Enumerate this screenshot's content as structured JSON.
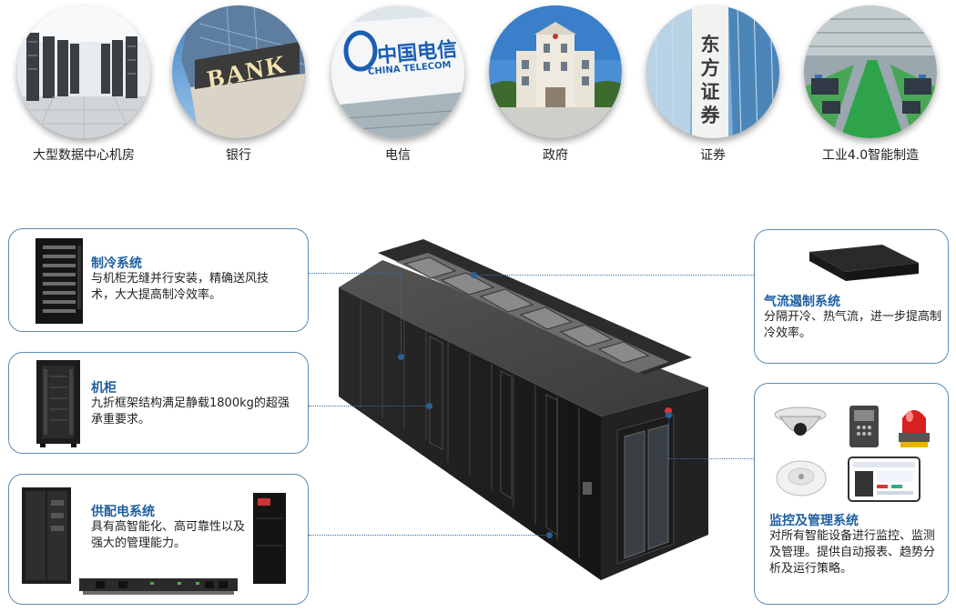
{
  "industries": [
    {
      "label": "大型数据中心机房",
      "icon": "datacenter-image"
    },
    {
      "label": "银行",
      "icon": "bank-image",
      "sign": "BANK"
    },
    {
      "label": "电信",
      "icon": "telecom-image",
      "logo_cn": "中国电信",
      "logo_en": "CHINA TELECOM"
    },
    {
      "label": "政府",
      "icon": "government-image"
    },
    {
      "label": "证券",
      "icon": "securities-image",
      "sign": "东方证券"
    },
    {
      "label": "工业4.0智能制造",
      "icon": "factory-image"
    }
  ],
  "callouts": {
    "cooling": {
      "title": "制冷系统",
      "desc": "与机柜无缝并行安装，精确送风技术，大大提高制冷效率。"
    },
    "cabinet": {
      "title": "机柜",
      "desc": "九折框架结构满足静载1800kg的超强承重要求。"
    },
    "power": {
      "title": "供配电系统",
      "desc": "具有高智能化、高可靠性以及强大的管理能力。"
    },
    "airflow": {
      "title": "气流遏制系统",
      "desc": "分隔开冷、热气流，进一步提高制冷效率。"
    },
    "monitor": {
      "title": "监控及管理系统",
      "desc": "对所有智能设备进行监控、监测及管理。提供自动报表、趋势分析及运行策略。"
    }
  },
  "colors": {
    "accent": "#1f5fa0",
    "border": "#5b8bb5",
    "equipment": "#1c1c1c"
  }
}
